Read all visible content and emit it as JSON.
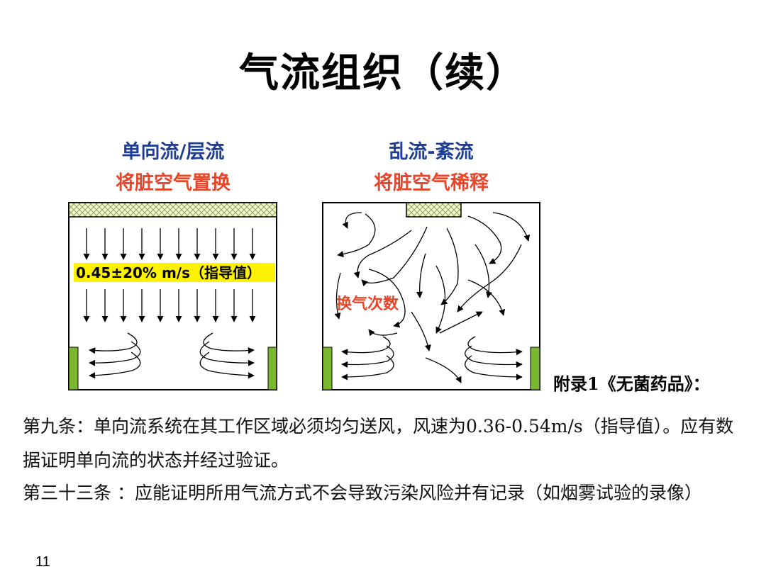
{
  "slide": {
    "title": "气流组织（续）",
    "page_number": "11"
  },
  "left_panel": {
    "heading": "单向流/层流",
    "subheading": "将脏空气置换",
    "velocity_label": "0.45±20% m/s（指导值）"
  },
  "right_panel": {
    "heading": "乱流-紊流",
    "subheading": "将脏空气稀释",
    "air_change_label": "换气次数"
  },
  "appendix_label": "附录1《无菌药品》：",
  "paragraphs": [
    "第九条：单向流系统在其工作区域必须均匀送风，风速为0.36-0.54m/s（指导值）。应有数据证明单向流的状态并经过验证。",
    "第三十三条 ：应能证明所用气流方式不会导致污染风险并有记录（如烟雾试验的录像）"
  ],
  "colors": {
    "heading_blue": "#1f3f94",
    "heading_red": "#e8462a",
    "highlight_yellow": "#fff200",
    "filter_green": "#7cb82f"
  }
}
